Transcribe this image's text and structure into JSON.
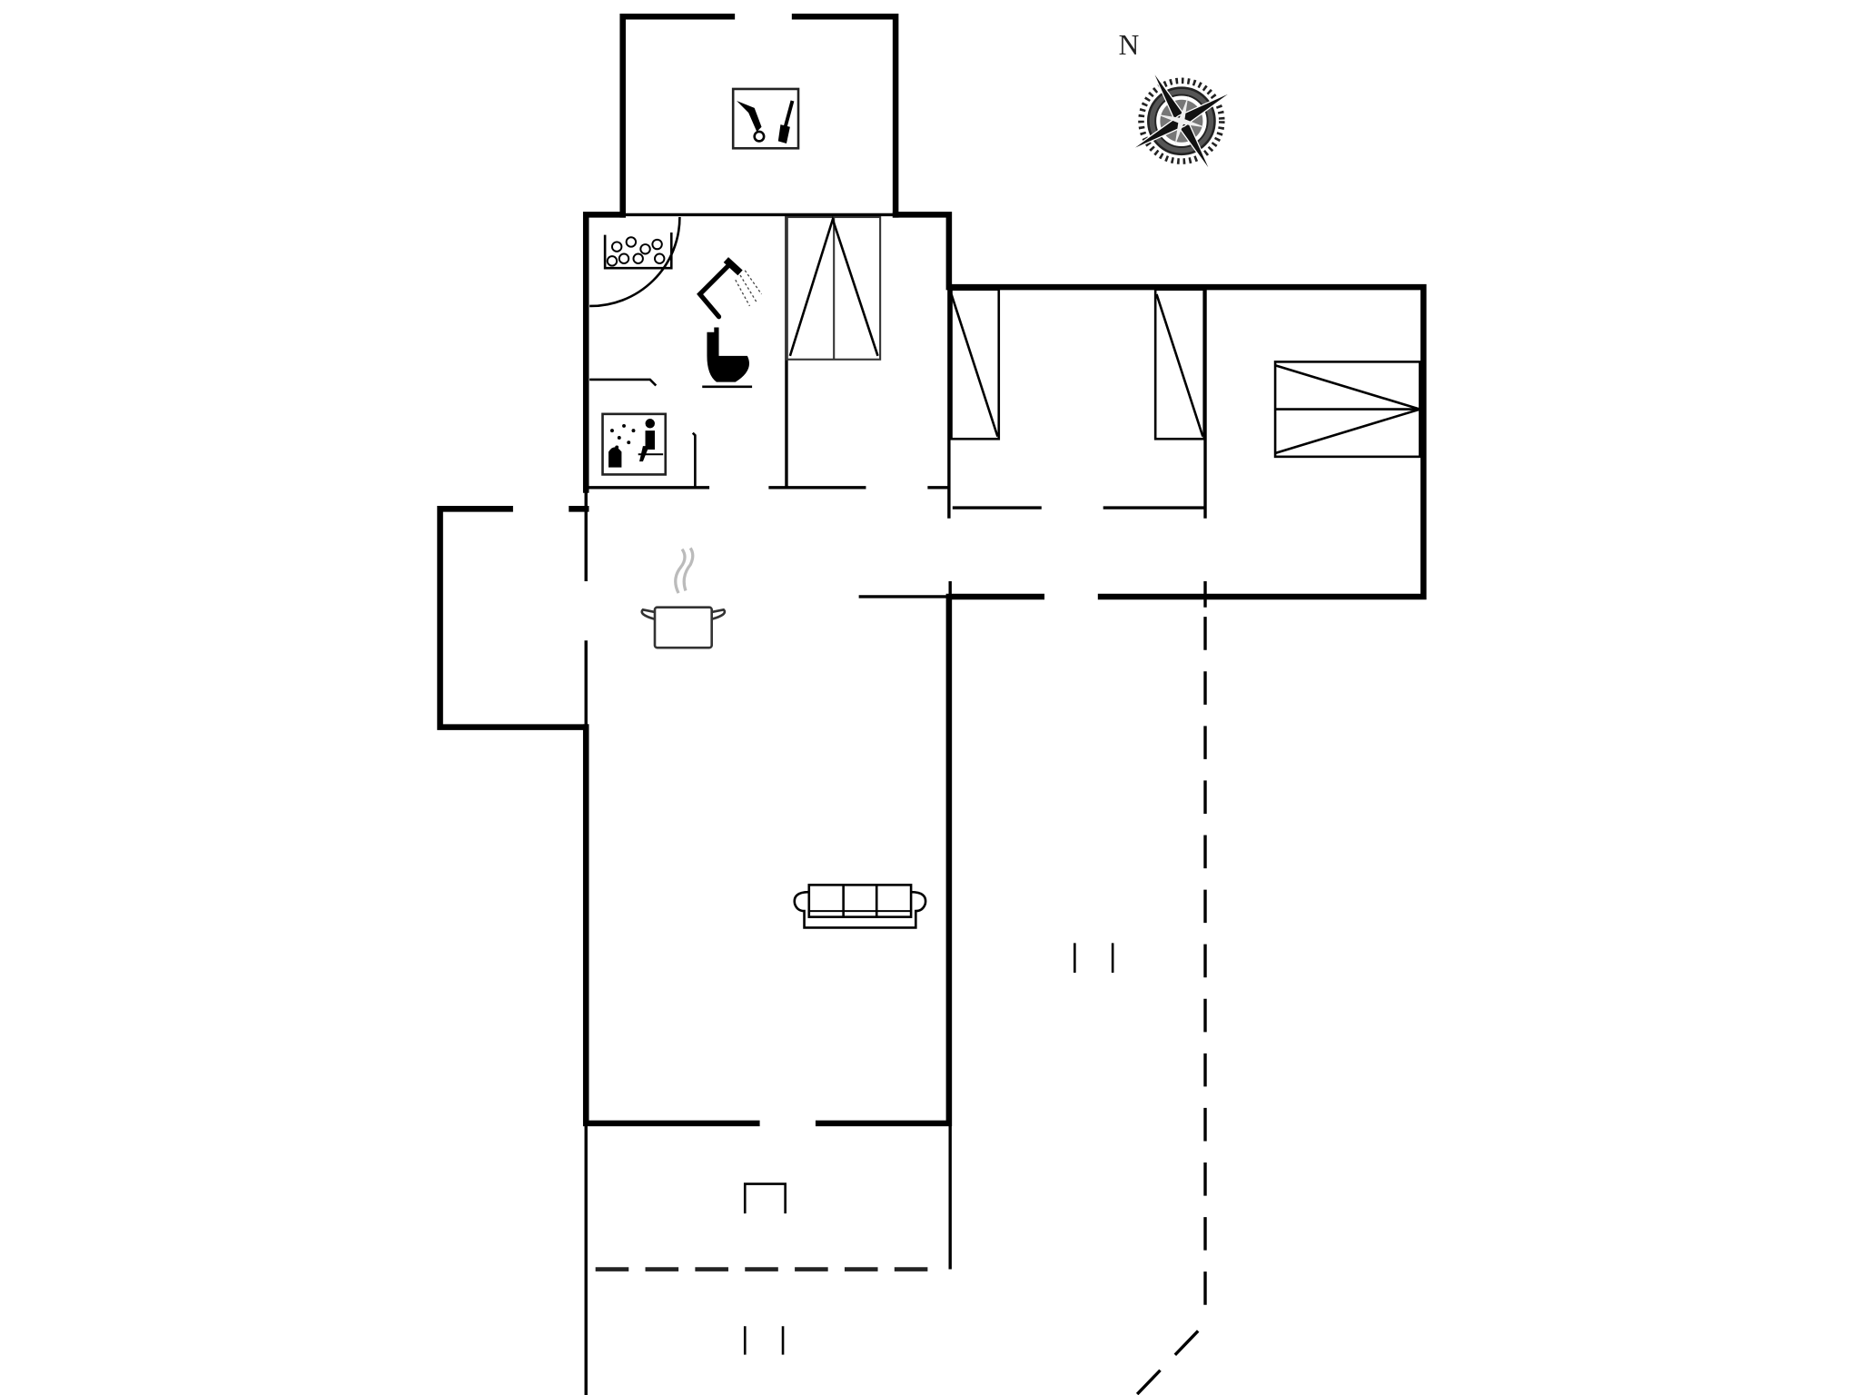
{
  "diagram": {
    "type": "floor-plan",
    "background": "#ffffff",
    "wall_color": "#000000",
    "compass": {
      "label": "N",
      "icon": "compass-rose-icon"
    },
    "rooms": [
      {
        "id": "utility-room",
        "icon": "vacuum-cleaner-icon"
      },
      {
        "id": "bathroom",
        "icons": [
          "whirlpool-tub-icon",
          "shower-icon",
          "toilet-icon",
          "sauna-icon"
        ]
      },
      {
        "id": "kitchen-living",
        "icons": [
          "cooking-pot-icon",
          "sofa-icon"
        ]
      },
      {
        "id": "bedroom-1",
        "furniture": "bunk-bed"
      },
      {
        "id": "bedroom-2",
        "furniture": "single-bed"
      },
      {
        "id": "bedroom-3",
        "furniture": "single-bed"
      },
      {
        "id": "bedroom-4",
        "furniture": "double-bed"
      },
      {
        "id": "annex-left"
      },
      {
        "id": "terrace-covered"
      },
      {
        "id": "terrace-open"
      }
    ],
    "steps_markers": [
      "step-marker-terrace-east",
      "step-marker-terrace-south"
    ]
  }
}
